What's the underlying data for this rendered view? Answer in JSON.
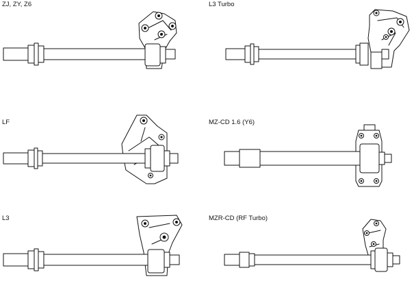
{
  "labels": {
    "zj": "ZJ, ZY, Z6",
    "l3turbo": "L3 Turbo",
    "lf": "LF",
    "mzcd": "MZ-CD 1.6 (Y6)",
    "l3": "L3",
    "mzrcd": "MZR-CD (RF Turbo)"
  }
}
